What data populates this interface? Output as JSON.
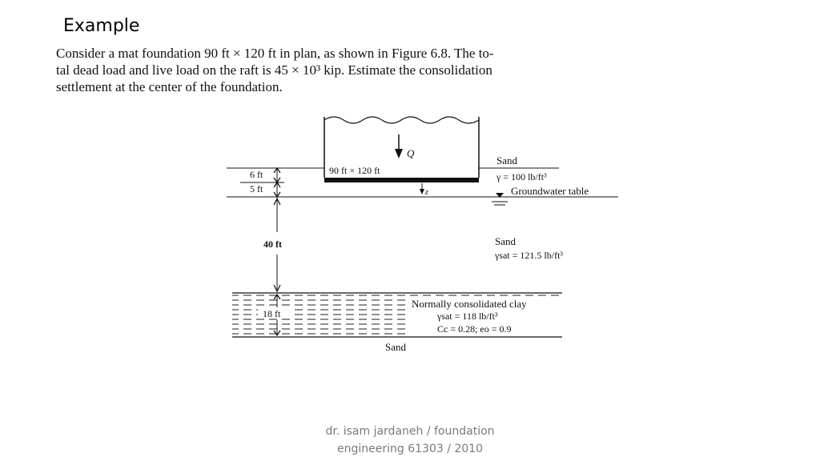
{
  "slide": {
    "title": "Example",
    "problem_lines": [
      "Consider a mat foundation 90 ft × 120 ft in plan, as shown in Figure 6.8. The to-",
      "tal dead load and live load on the raft is 45 × 10³ kip. Estimate the consolidation",
      "settlement at the center of the foundation."
    ],
    "footer_lines": [
      "dr. isam jardaneh / foundation",
      "engineering 61303 / 2010"
    ]
  },
  "figure": {
    "load_label": "Q",
    "raft_label": "90 ft × 120 ft",
    "z_label": "z",
    "dim_6ft": "6 ft",
    "dim_5ft": "5 ft",
    "dim_40ft": "40 ft",
    "dim_18ft": "18 ft",
    "layer_sand_top": "Sand",
    "gamma_top": "γ = 100 lb/ft³",
    "gwt_label": "Groundwater table",
    "layer_sand_mid": "Sand",
    "gamma_sat_mid": "γsat = 121.5 lb/ft³",
    "clay_label": "Normally consolidated clay",
    "gamma_sat_clay": "γsat = 118 lb/ft³",
    "clay_params": "Cc = 0.28; eo = 0.9",
    "layer_sand_bottom": "Sand"
  }
}
